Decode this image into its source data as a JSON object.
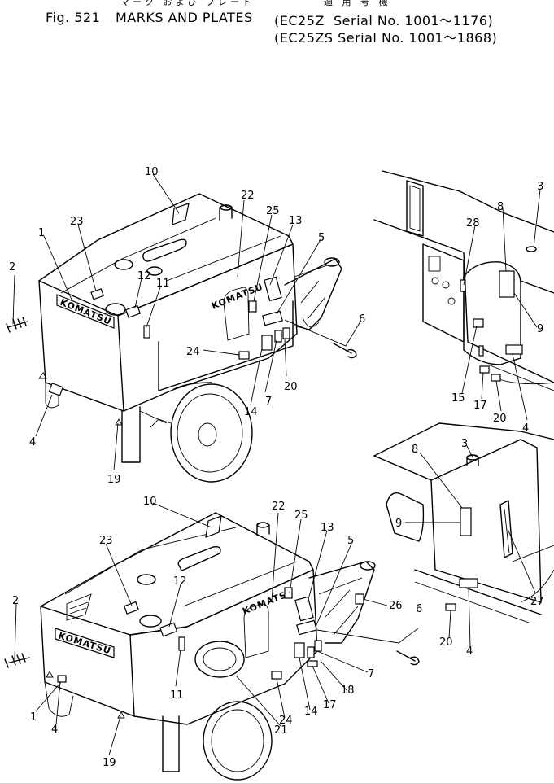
{
  "header": {
    "jp_title": "マーク および プレート",
    "jp_applicable": "適 用 号 機",
    "fig_number": "Fig. 521",
    "title": "MARKS AND PLATES",
    "serial_1": "(EC25Z  Serial No. 1001～1176)",
    "serial_2": "(EC25ZS Serial No. 1001～1868)"
  },
  "brand_plate_text": "KOMATSU",
  "top_view_callouts": [
    "10",
    "22",
    "25",
    "13",
    "5",
    "23",
    "1",
    "12",
    "11",
    "2",
    "24",
    "6",
    "20",
    "7",
    "14",
    "4",
    "19"
  ],
  "top_right_callouts": [
    "3",
    "28",
    "8",
    "9",
    "15",
    "17",
    "20",
    "4"
  ],
  "mid_right_callouts": [
    "8",
    "3",
    "9",
    "27",
    "20",
    "4"
  ],
  "bottom_view_callouts": [
    "10",
    "22",
    "25",
    "13",
    "5",
    "23",
    "12",
    "2",
    "26",
    "6",
    "7",
    "18",
    "17",
    "14",
    "24",
    "21",
    "11",
    "1",
    "4",
    "19"
  ]
}
